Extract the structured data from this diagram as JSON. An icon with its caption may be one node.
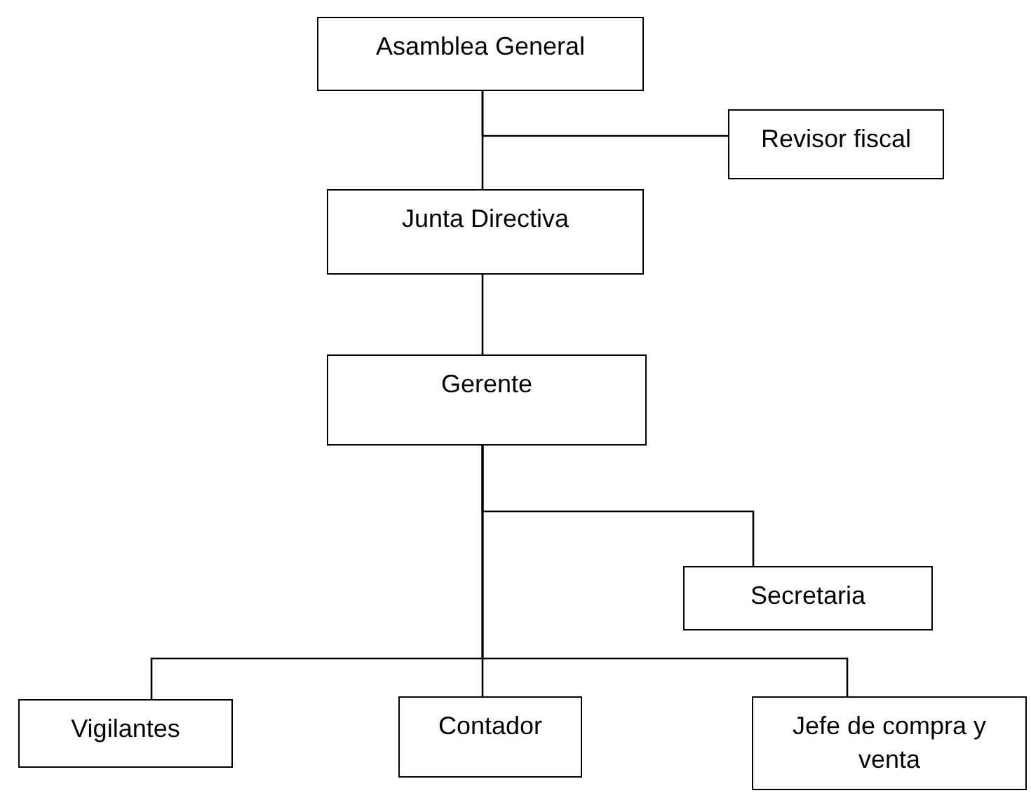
{
  "diagram": {
    "nodes": [
      {
        "text": [
          "Asamblea General"
        ]
      },
      {
        "text": [
          "Revisor fiscal"
        ]
      },
      {
        "text": [
          "Junta Directiva"
        ]
      },
      {
        "text": [
          "Gerente"
        ]
      },
      {
        "text": [
          "Secretaria"
        ]
      },
      {
        "text": [
          "Vigilantes"
        ]
      },
      {
        "text": [
          "Contador"
        ]
      },
      {
        "text": [
          "Jefe de compra y venta"
        ]
      }
    ],
    "edges": [
      {
        "from": 0,
        "to": 2,
        "arrow": "none"
      },
      {
        "from": 0,
        "to": 1,
        "arrow": "none"
      },
      {
        "from": 2,
        "to": 3,
        "arrow": "none"
      },
      {
        "from": 3,
        "to": 4,
        "arrow": "none"
      },
      {
        "from": 3,
        "to": 5,
        "arrow": "none"
      },
      {
        "from": 3,
        "to": 6,
        "arrow": "none"
      },
      {
        "from": 3,
        "to": 7,
        "arrow": "none"
      }
    ]
  }
}
